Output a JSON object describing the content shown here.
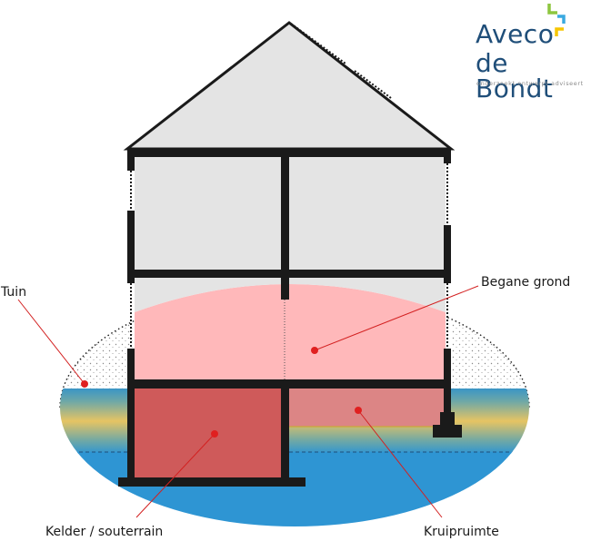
{
  "logo": {
    "line1": "Aveco",
    "line2": "de Bondt",
    "tagline": "onderzoekt  ontwerpt  adviseert",
    "colors": {
      "text": "#1f4e79",
      "green": "#8dc63f",
      "yellow": "#f7c600",
      "blue": "#3aa9e0"
    }
  },
  "labels": {
    "tuin": "Tuin",
    "begane_grond": "Begane grond",
    "kelder": "Kelder / souterrain",
    "kruipruimte": "Kruipruimte"
  },
  "colors": {
    "walls": "#1a1a1a",
    "house_fill": "#e4e4e4",
    "begane_grond_zone": "#ffb8ba",
    "kelder_zone": "#cf5a5a",
    "kruipruimte_zone": "#dc8585",
    "water": "#2e95d3",
    "sand": "#e6c463",
    "marker": "#e02020"
  }
}
